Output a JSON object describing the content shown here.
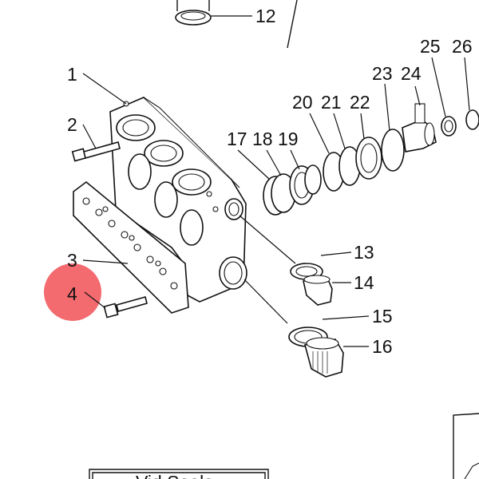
{
  "diagram": {
    "labels": [
      {
        "id": "label-1",
        "text": "1"
      },
      {
        "id": "label-2",
        "text": "2"
      },
      {
        "id": "label-3",
        "text": "3"
      },
      {
        "id": "label-4",
        "text": "4"
      },
      {
        "id": "label-12",
        "text": "12"
      },
      {
        "id": "label-13",
        "text": "13"
      },
      {
        "id": "label-14",
        "text": "14"
      },
      {
        "id": "label-15",
        "text": "15"
      },
      {
        "id": "label-16",
        "text": "16"
      },
      {
        "id": "label-17",
        "text": "17"
      },
      {
        "id": "label-18",
        "text": "18"
      },
      {
        "id": "label-19",
        "text": "19"
      },
      {
        "id": "label-20",
        "text": "20"
      },
      {
        "id": "label-21",
        "text": "21"
      },
      {
        "id": "label-22",
        "text": "22"
      },
      {
        "id": "label-23",
        "text": "23"
      },
      {
        "id": "label-24",
        "text": "24"
      },
      {
        "id": "label-25",
        "text": "25"
      },
      {
        "id": "label-26",
        "text": "26"
      }
    ],
    "highlight": {
      "part": "4",
      "color": "#f0555a"
    },
    "bottom_box_text": "Vid  Seals"
  }
}
